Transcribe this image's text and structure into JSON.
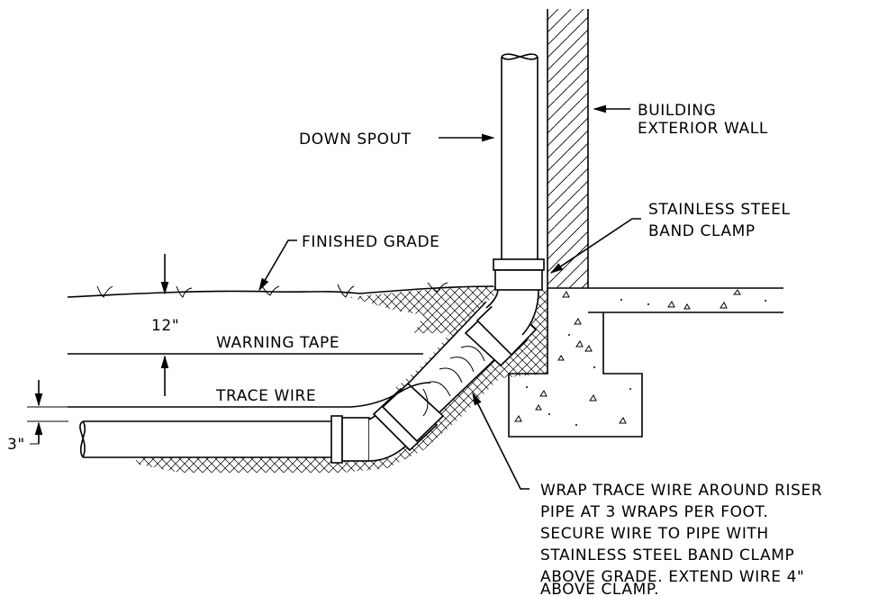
{
  "labels": {
    "down_spout": "DOWN SPOUT",
    "wall_line1": "BUILDING",
    "wall_line2": "EXTERIOR WALL",
    "clamp_line1": "STAINLESS STEEL",
    "clamp_line2": "BAND CLAMP",
    "finished_grade": "FINISHED GRADE",
    "depth_12": "12\"",
    "warning_tape": "WARNING TAPE",
    "trace_wire": "TRACE WIRE",
    "depth_3": "3\"",
    "note": [
      "WRAP TRACE WIRE AROUND RISER",
      "PIPE AT 3 WRAPS PER FOOT.",
      "SECURE WIRE TO PIPE WITH",
      "STAINLESS STEEL BAND CLAMP",
      "ABOVE GRADE.  EXTEND WIRE 4\"",
      "ABOVE CLAMP."
    ]
  }
}
